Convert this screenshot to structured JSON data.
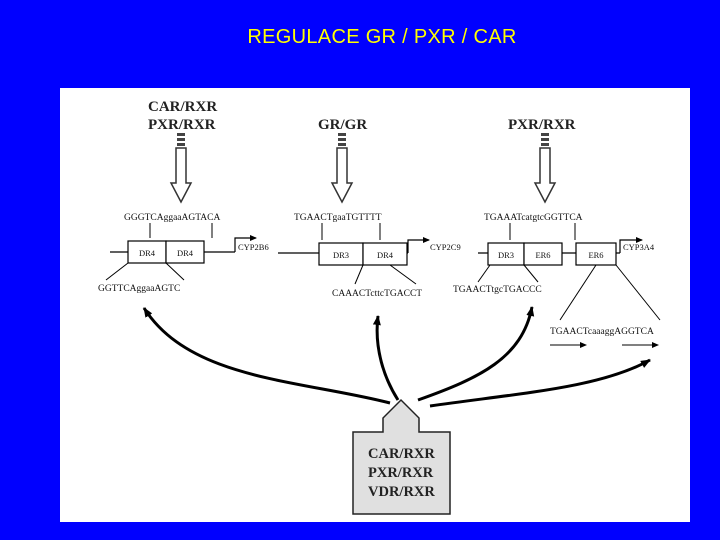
{
  "slide": {
    "title": "REGULACE GR / PXR / CAR",
    "background": "#0000ff",
    "title_color": "#ffff00"
  },
  "figure": {
    "left_group": {
      "receptors": [
        "CAR/RXR",
        "PXR/RXR"
      ],
      "upper_sequence": "GGGTCAggaaAGTACA",
      "lower_sequence": "GGTTCAggaaAGTC",
      "elements": [
        "DR4",
        "DR4"
      ],
      "gene": "CYP2B6"
    },
    "middle_group": {
      "receptors": [
        "GR/GR"
      ],
      "upper_sequence": "TGAACTgaaTGTTTT",
      "lower_sequence": "CAAACTcttcTGACCT",
      "elements": [
        "DR3",
        "DR4"
      ],
      "gene": "CYP2C9"
    },
    "right_group": {
      "receptors": [
        "PXR/RXR"
      ],
      "upper_sequence": "TGAAATcatgtcGGTTCA",
      "lower_sequence": "TGAACTtgcTGACCC",
      "far_sequence": "TGAACTcaaaggAGGTCA",
      "elements": [
        "DR3",
        "ER6",
        "ER6"
      ],
      "gene": "CYP3A4"
    },
    "source_box": {
      "lines": [
        "CAR/RXR",
        "PXR/RXR",
        "VDR/RXR"
      ]
    }
  }
}
